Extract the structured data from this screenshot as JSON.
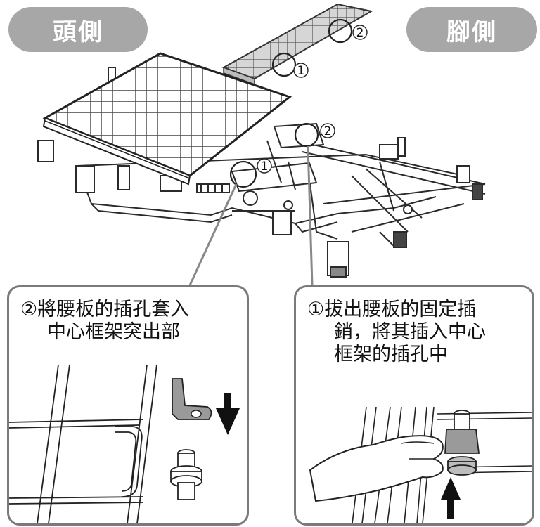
{
  "labels": {
    "head_side": "頭側",
    "foot_side": "腳側"
  },
  "markers": {
    "one": "1",
    "two": "2"
  },
  "step_left": {
    "line1": "②將腰板的插孔套入",
    "line2": "中心框架突出部"
  },
  "step_right": {
    "line1": "①拔出腰板的固定插",
    "line2": "銷，將其插入中心",
    "line3": "框架的插孔中"
  },
  "colors": {
    "pill": "#a7a7a7",
    "panel_border": "#7a7a7a",
    "line": "#2a2a2a"
  }
}
